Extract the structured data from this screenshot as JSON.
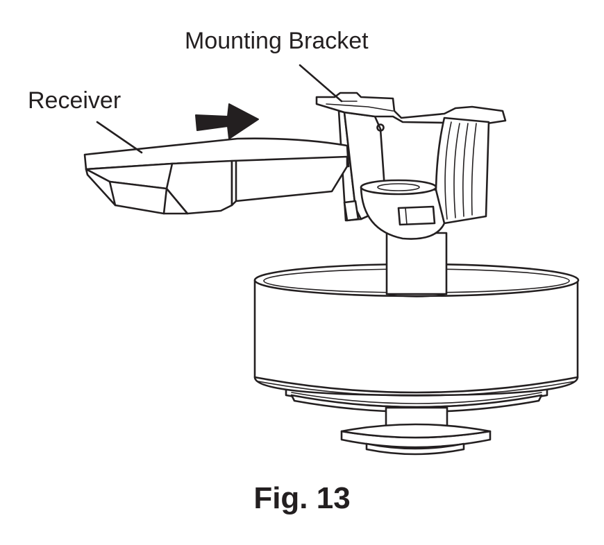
{
  "labels": {
    "mounting_bracket": "Mounting Bracket",
    "receiver": "Receiver"
  },
  "caption": "Fig. 13",
  "icons": {
    "direction": "arrow-right-icon"
  },
  "colors": {
    "line": "#231f20",
    "background": "#ffffff"
  }
}
